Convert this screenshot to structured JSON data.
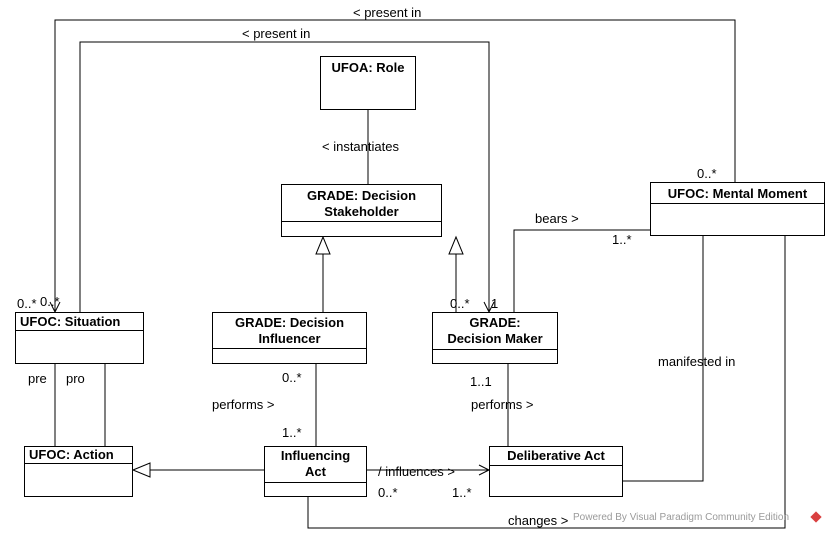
{
  "classes": {
    "ufoa_role": "UFOA: Role",
    "decision_stakeholder": [
      "GRADE: Decision",
      "Stakeholder"
    ],
    "mental_moment": "UFOC: Mental Moment",
    "situation": "UFOC: Situation",
    "decision_influencer": [
      "GRADE: Decision",
      "Influencer"
    ],
    "decision_maker": [
      "GRADE:",
      "Decision Maker"
    ],
    "action": "UFOC: Action",
    "influencing_act": [
      "Influencing",
      "Act"
    ],
    "deliberative_act": "Deliberative Act"
  },
  "associations": {
    "present_in_top": "< present in",
    "present_in_inner": "< present in",
    "instantiates": "< instantiates",
    "bears": "bears >",
    "manifested_in": "manifested in",
    "performs_influencer": "performs >",
    "performs_maker": "performs >",
    "influences": "/ influences >",
    "changes": "changes >",
    "pre": "pre",
    "pro": "pro"
  },
  "multiplicities": {
    "mental_moment_top": "0..*",
    "bears_mental": "1..*",
    "situation_left": "0..*",
    "situation_right": "0..*",
    "maker_left": "0..*",
    "maker_right": "1",
    "influencer_bottom": "0..*",
    "influencing_act_top": "1..*",
    "maker_bottom": "1..1",
    "influences_source": "0..*",
    "influences_target": "1..*"
  },
  "watermark": "Powered By Visual Paradigm Community Edition",
  "colors": {
    "line": "#000000",
    "watermark": "#9a9a9a",
    "logo": "#d94040"
  }
}
